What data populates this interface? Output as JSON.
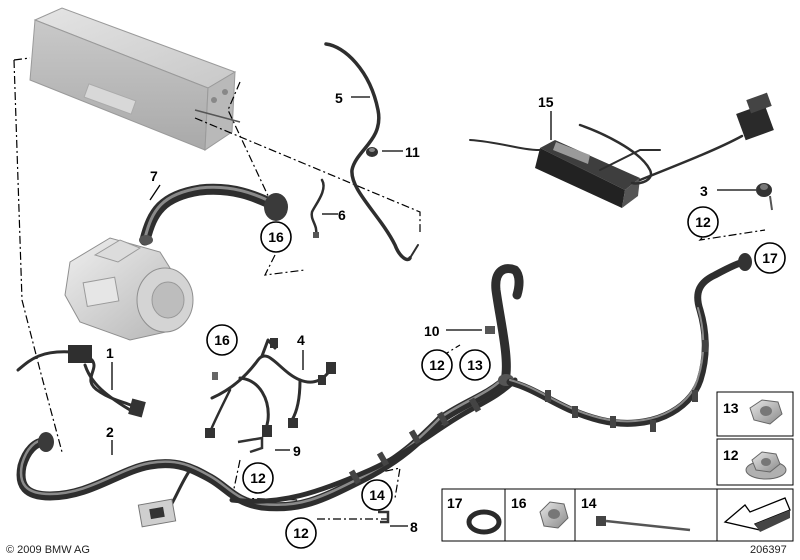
{
  "labels": {
    "l1": "1",
    "l2": "2",
    "l3": "3",
    "l4": "4",
    "l5": "5",
    "l6": "6",
    "l7": "7",
    "l8": "8",
    "l9": "9",
    "l10": "10",
    "l11": "11",
    "l15": "15",
    "c16a": "16",
    "c16b": "16",
    "c12a": "12",
    "c12b": "12",
    "c12c": "12",
    "c12d": "12",
    "c13a": "13",
    "c14a": "14",
    "c17a": "17"
  },
  "parts_boxes": {
    "p13": "13",
    "p12": "12",
    "p17": "17",
    "p16": "16",
    "p14": "14"
  },
  "footer": {
    "copyright": "© 2009 BMW AG",
    "image_number": "206397"
  }
}
